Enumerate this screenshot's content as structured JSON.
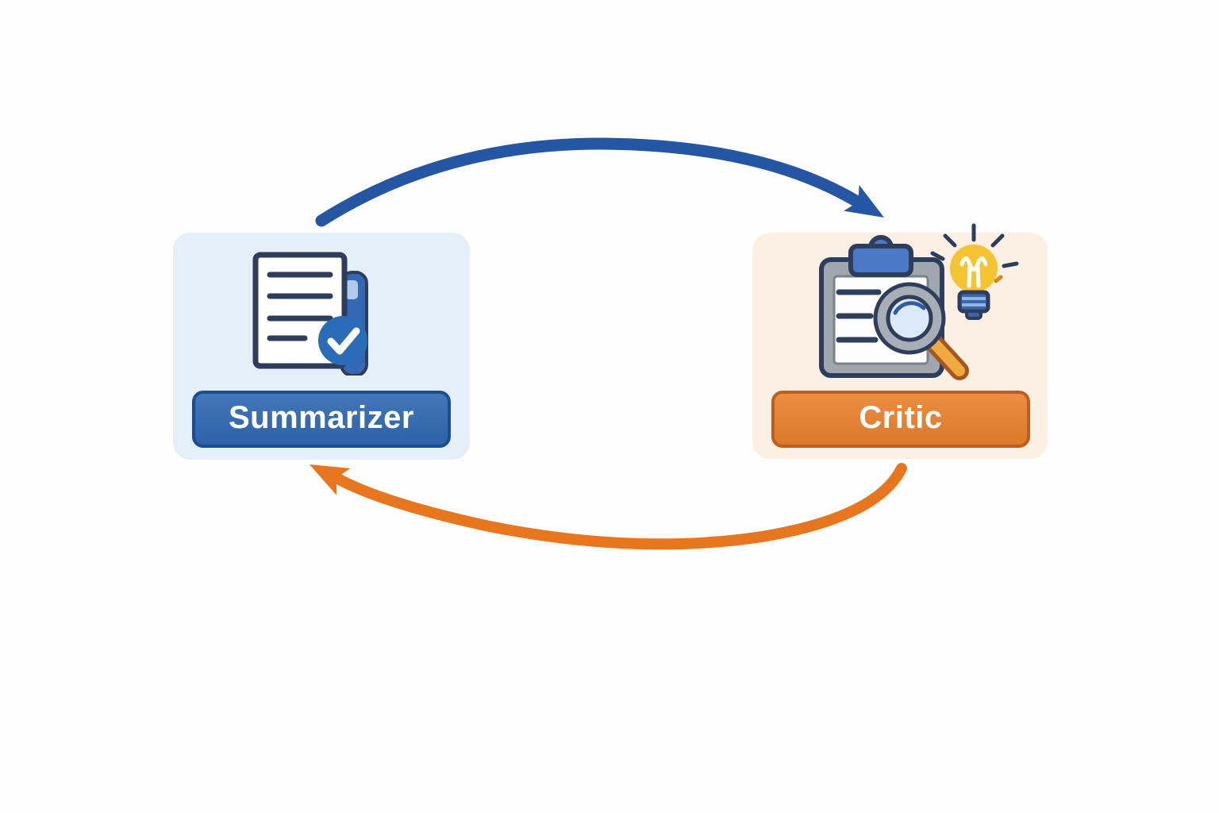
{
  "canvas": {
    "background": "#FEFEFE"
  },
  "nodes": {
    "summarizer": {
      "label": "Summarizer",
      "icon": "document-check-icon",
      "card_bg": "#E5EFF8",
      "button_bg": "#2E67B1",
      "button_border": "#1C4C95",
      "label_color": "#FFFFFF"
    },
    "critic": {
      "label": "Critic",
      "icon": "clipboard-magnifier-lightbulb-icon",
      "card_bg": "#FBF0E3",
      "button_bg": "#E8802D",
      "button_border": "#BE5E1D",
      "label_color": "#FFFFFF"
    }
  },
  "edges": {
    "summarizer_to_critic": {
      "from": "Summarizer",
      "to": "Critic",
      "position": "top",
      "color": "#2456A4"
    },
    "critic_to_summarizer": {
      "from": "Critic",
      "to": "Summarizer",
      "position": "bottom",
      "color": "#E7761E"
    }
  }
}
